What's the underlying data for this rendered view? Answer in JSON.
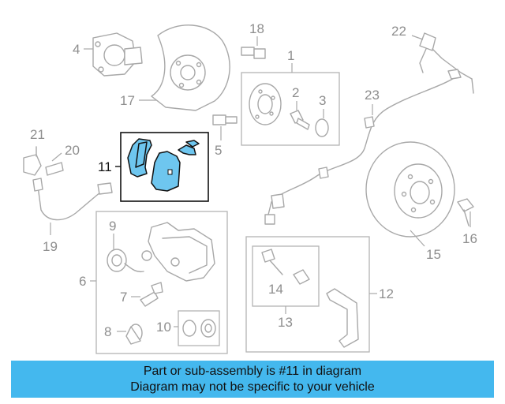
{
  "diagram": {
    "callouts": {
      "c1": "1",
      "c2": "2",
      "c3": "3",
      "c4": "4",
      "c5": "5",
      "c6": "6",
      "c7": "7",
      "c8": "8",
      "c9": "9",
      "c10": "10",
      "c11": "11",
      "c12": "12",
      "c13": "13",
      "c14": "14",
      "c15": "15",
      "c16": "16",
      "c17": "17",
      "c18": "18",
      "c19": "19",
      "c20": "20",
      "c21": "21",
      "c22": "22",
      "c23": "23"
    },
    "highlight_color": "#6ec6ef"
  },
  "banner": {
    "line1": "Part or sub-assembly is #11 in diagram",
    "line2": "Diagram may not be specific to your vehicle",
    "background": "#44b8ee"
  }
}
